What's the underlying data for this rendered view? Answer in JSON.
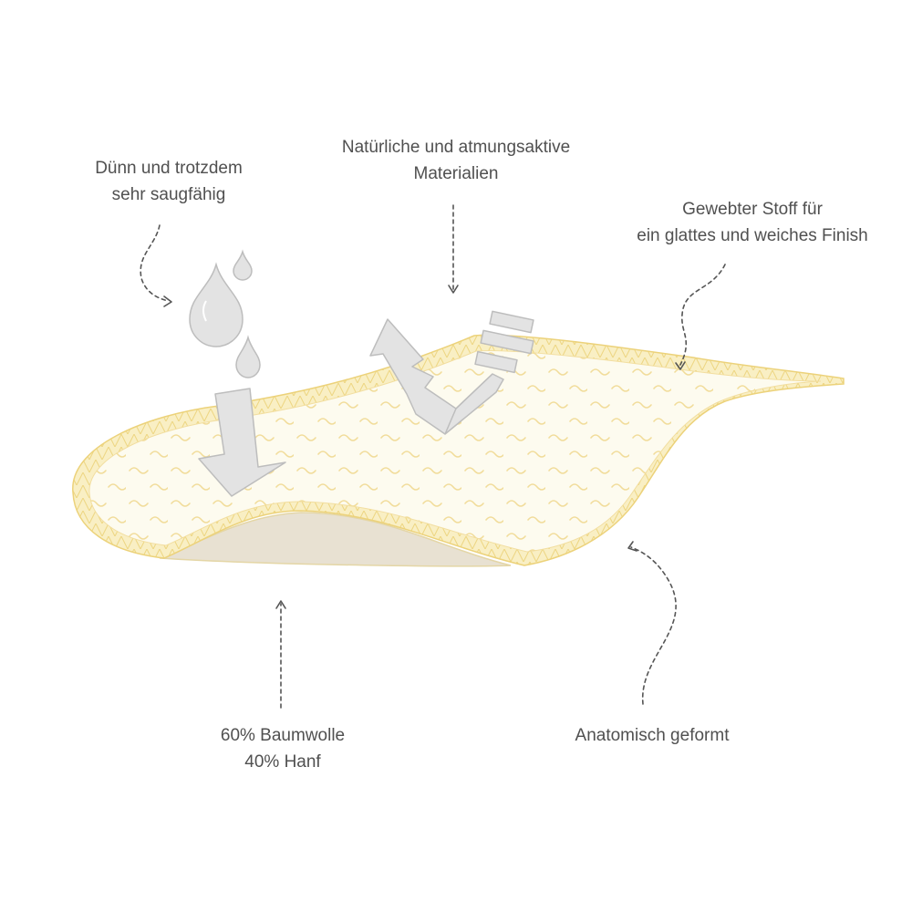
{
  "annotations": {
    "absorbent": {
      "line1": "Dünn und trotzdem",
      "line2": "sehr saugfähig"
    },
    "materials": {
      "line1": "Natürliche und atmungsaktive",
      "line2": "Materialien"
    },
    "woven": {
      "line1": "Gewebter Stoff für",
      "line2": "ein glattes und weiches Finish"
    },
    "composition": {
      "line1": "60% Baumwolle",
      "line2": "40% Hanf"
    },
    "anatomic": {
      "line1": "Anatomisch geformt"
    }
  },
  "colors": {
    "pad_fill": "#fdfbef",
    "pad_edge": "#f0d98a",
    "pad_underside": "#e8e1d2",
    "wave": "#f1dc9a",
    "icon_fill": "#e3e3e3",
    "icon_stroke": "#bdbdbd",
    "arrow_line": "#555555"
  },
  "icons": {
    "drops": "water-drop-icon",
    "down_arrow": "arrow-down-icon",
    "breath_arrow": "breathable-arrow-icon"
  }
}
